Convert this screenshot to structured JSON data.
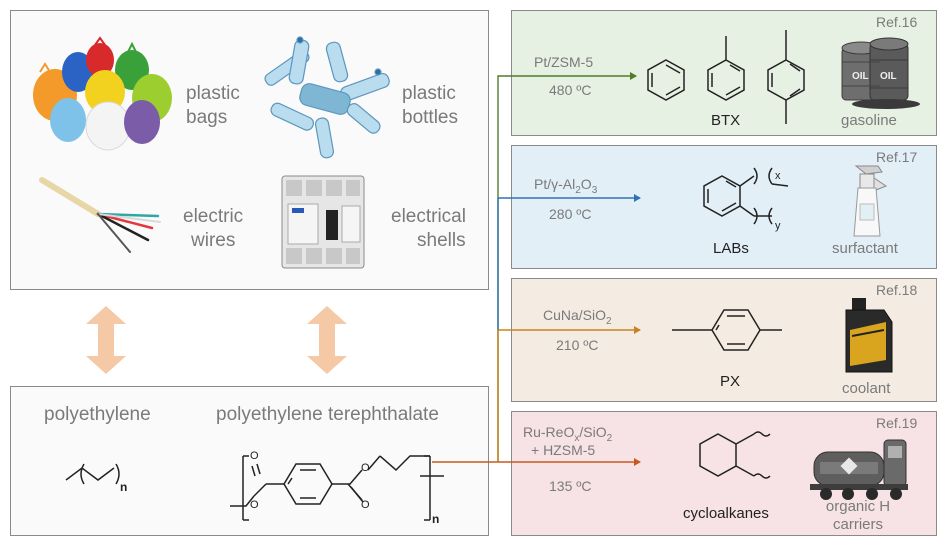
{
  "sources": {
    "plastic_bags": [
      "plastic",
      "bags"
    ],
    "plastic_bottles": [
      "plastic",
      "bottles"
    ],
    "electric_wires": [
      "electric",
      "wires"
    ],
    "electrical_shells": [
      "electrical",
      "shells"
    ]
  },
  "polymers": {
    "pe_label": "polyethylene",
    "pet_label": "polyethylene terephthalate",
    "n_pe": "n",
    "n_pet": "n",
    "ester_o": "O"
  },
  "routes": [
    {
      "ref": "Ref.16",
      "catalyst": "Pt/ZSM-5",
      "temp": "480 ºC",
      "product": "BTX",
      "application": "gasoline",
      "color": "#4f7d2a",
      "bg": "#e7f1e3"
    },
    {
      "ref": "Ref.17",
      "catalyst_main": "Pt/γ-Al",
      "catalyst_sub1": "2",
      "catalyst_mid": "O",
      "catalyst_sub2": "3",
      "temp": "280 ºC",
      "product": "LABs",
      "application": "surfactant",
      "label_x": "x",
      "label_y": "y",
      "color": "#2f74b5",
      "bg": "#e3eff7"
    },
    {
      "ref": "Ref.18",
      "catalyst_main": "CuNa/SiO",
      "catalyst_sub": "2",
      "temp": "210 ºC",
      "product": "PX",
      "application": "coolant",
      "color": "#c7841e",
      "bg": "#f4ebe3"
    },
    {
      "ref": "Ref.19",
      "catalyst_main": "Ru-ReO",
      "catalyst_sub1": "x",
      "catalyst_mid": "/SiO",
      "catalyst_sub2": "2",
      "catalyst_line2": "+ HZSM-5",
      "temp": "135 ºC",
      "product": "cycloalkanes",
      "application_line1": "organic H",
      "application_line2": "carriers",
      "color": "#c65a1e",
      "bg": "#f7e3e5"
    }
  ],
  "icons": {
    "gasoline": "oil-barrels-icon",
    "surfactant": "spray-bottle-icon",
    "coolant": "coolant-bottle-icon",
    "carriers": "tanker-truck-icon",
    "barrel_text": "OIL"
  }
}
